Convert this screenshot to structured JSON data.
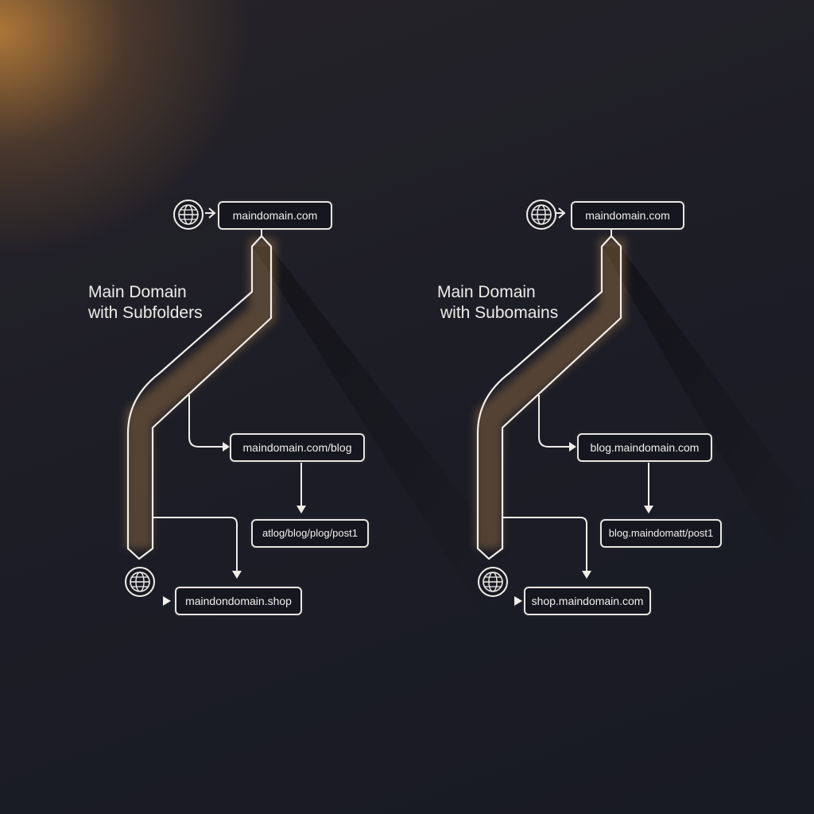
{
  "diagrams": [
    {
      "title_line1": "Main Domain",
      "title_line2": "with Subfolders",
      "root": "maindomain.com",
      "child": "maindomain.com/blog",
      "grandchild": "atlog/blog/plog/post1",
      "branch": "maindondomain.shop"
    },
    {
      "title_line1": "Main Domain",
      "title_line2": "with Subomains",
      "root": "maindomain.com",
      "child": "blog.maindomain.com",
      "grandchild": "blog.maindomatt/post1",
      "branch": "shop.maindomain.com"
    }
  ],
  "colors": {
    "line": "#f1eeea",
    "glow": "#e7a45a",
    "box_fill": "#17171f"
  },
  "icons": [
    "globe-icon",
    "arrow-right-icon",
    "arrow-down-icon",
    "play-triangle-icon"
  ]
}
